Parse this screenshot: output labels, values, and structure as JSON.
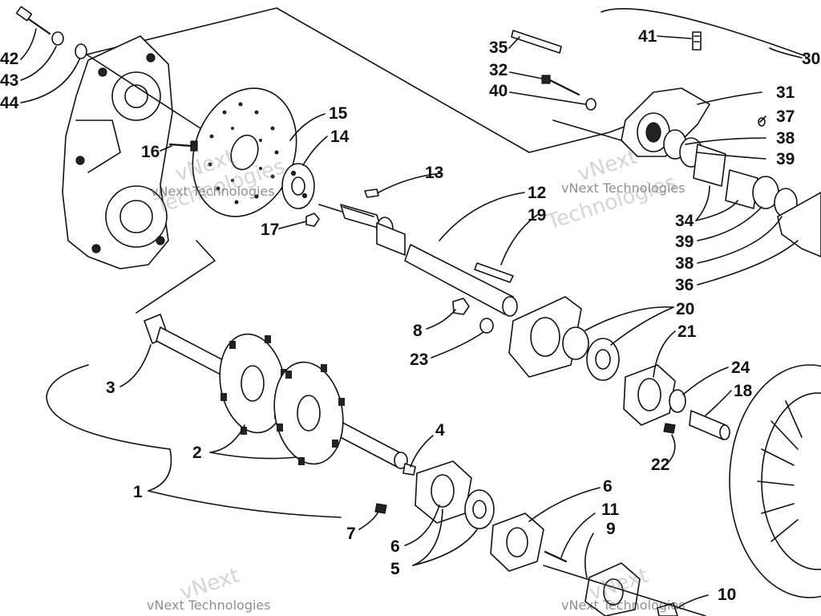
{
  "diagram": {
    "watermarks": {
      "primary": "vNext Technologies",
      "outline_top": "vNext",
      "outline_bottom": "Technologies"
    },
    "callouts": {
      "c1": "1",
      "c2": "2",
      "c3": "3",
      "c4": "4",
      "c5": "5",
      "c6a": "6",
      "c6b": "6",
      "c7": "7",
      "c8": "8",
      "c9": "9",
      "c10": "10",
      "c11": "11",
      "c12": "12",
      "c13": "13",
      "c14": "14",
      "c15": "15",
      "c16": "16",
      "c17": "17",
      "c18": "18",
      "c19": "19",
      "c20": "20",
      "c21": "21",
      "c22": "22",
      "c23": "23",
      "c24": "24",
      "c30": "30",
      "c31": "31",
      "c32": "32",
      "c34": "34",
      "c35": "35",
      "c36": "36",
      "c37": "37",
      "c38a": "38",
      "c38b": "38",
      "c39a": "39",
      "c39b": "39",
      "c40": "40",
      "c41": "41",
      "c42": "42",
      "c43": "43",
      "c44": "44"
    }
  }
}
